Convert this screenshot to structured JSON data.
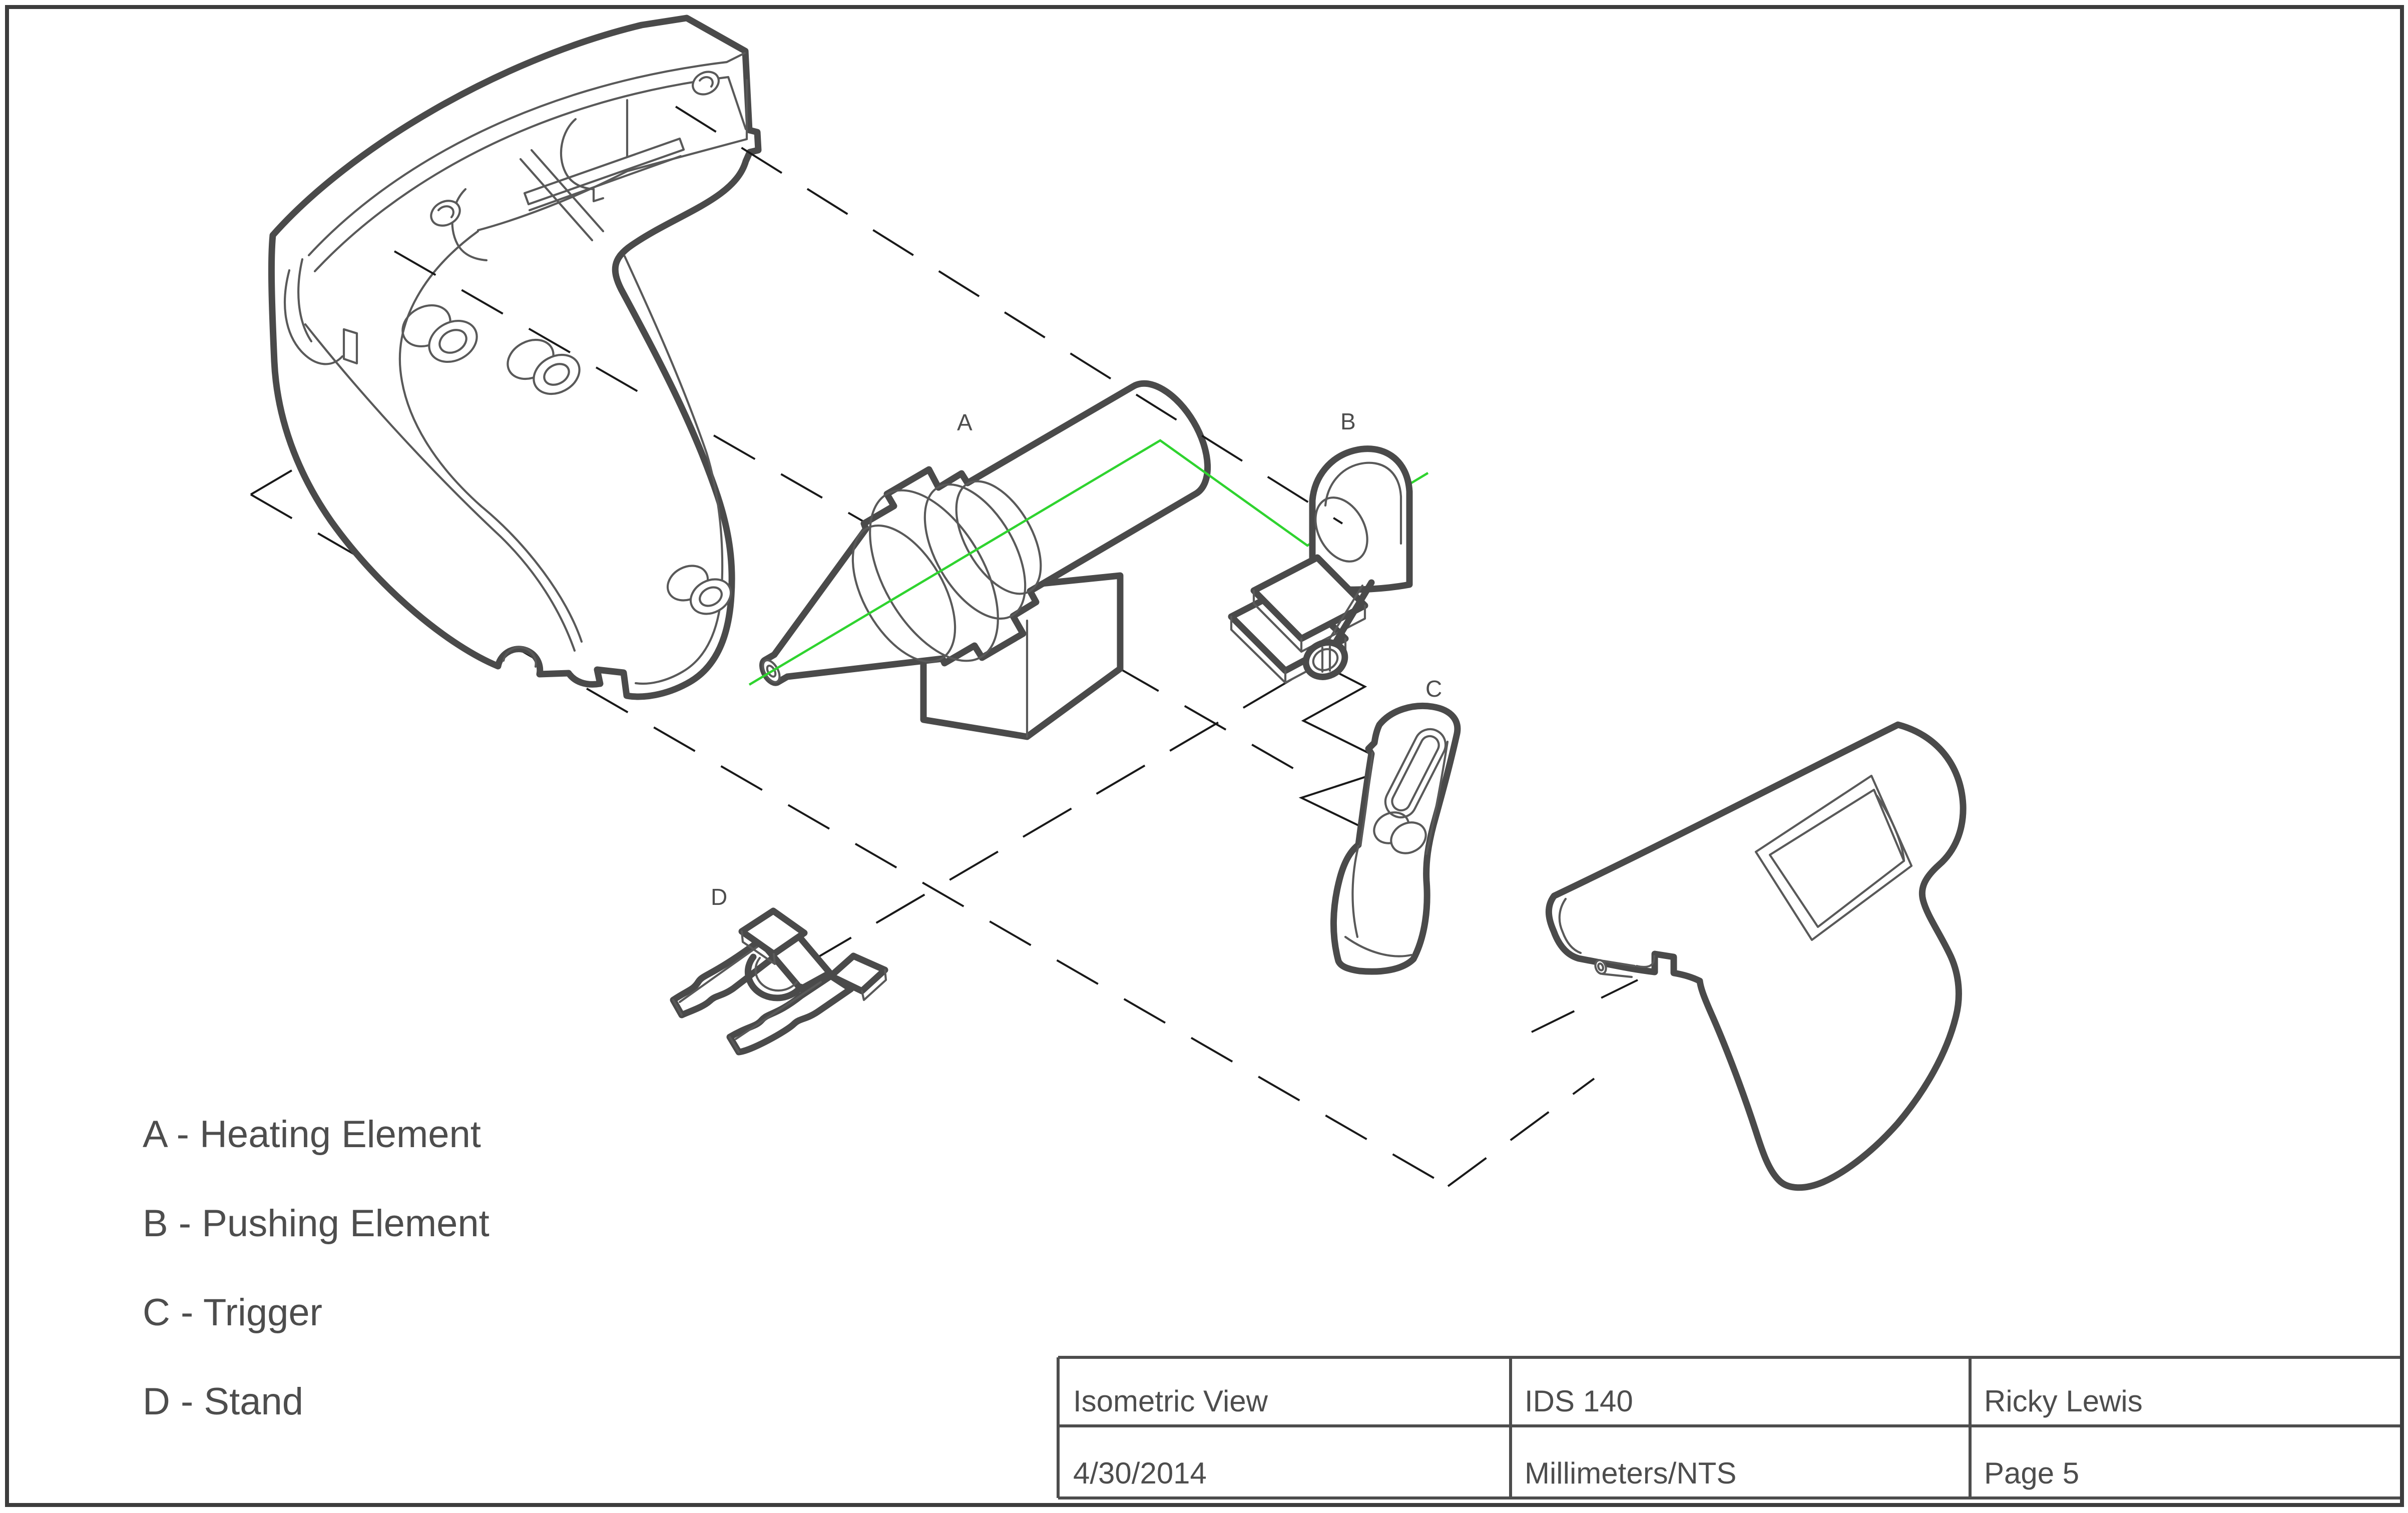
{
  "drawing": {
    "part_labels": {
      "a": "A",
      "b": "B",
      "c": "C",
      "d": "D"
    },
    "legend": {
      "items": [
        {
          "text": "A - Heating Element"
        },
        {
          "text": "B - Pushing Element"
        },
        {
          "text": "C - Trigger"
        },
        {
          "text": "D - Stand"
        }
      ]
    },
    "title_block": {
      "view_label": "Isometric View",
      "course": "IDS 140",
      "author": "Ricky Lewis",
      "date": "4/30/2014",
      "units_scale": "Millimeters/NTS",
      "page": "Page 5"
    },
    "colors": {
      "centerline_green": "#2fd32f",
      "ink": "#4a4a4a",
      "text_gray": "#4d4d4d",
      "dash_black": "#191919"
    }
  }
}
